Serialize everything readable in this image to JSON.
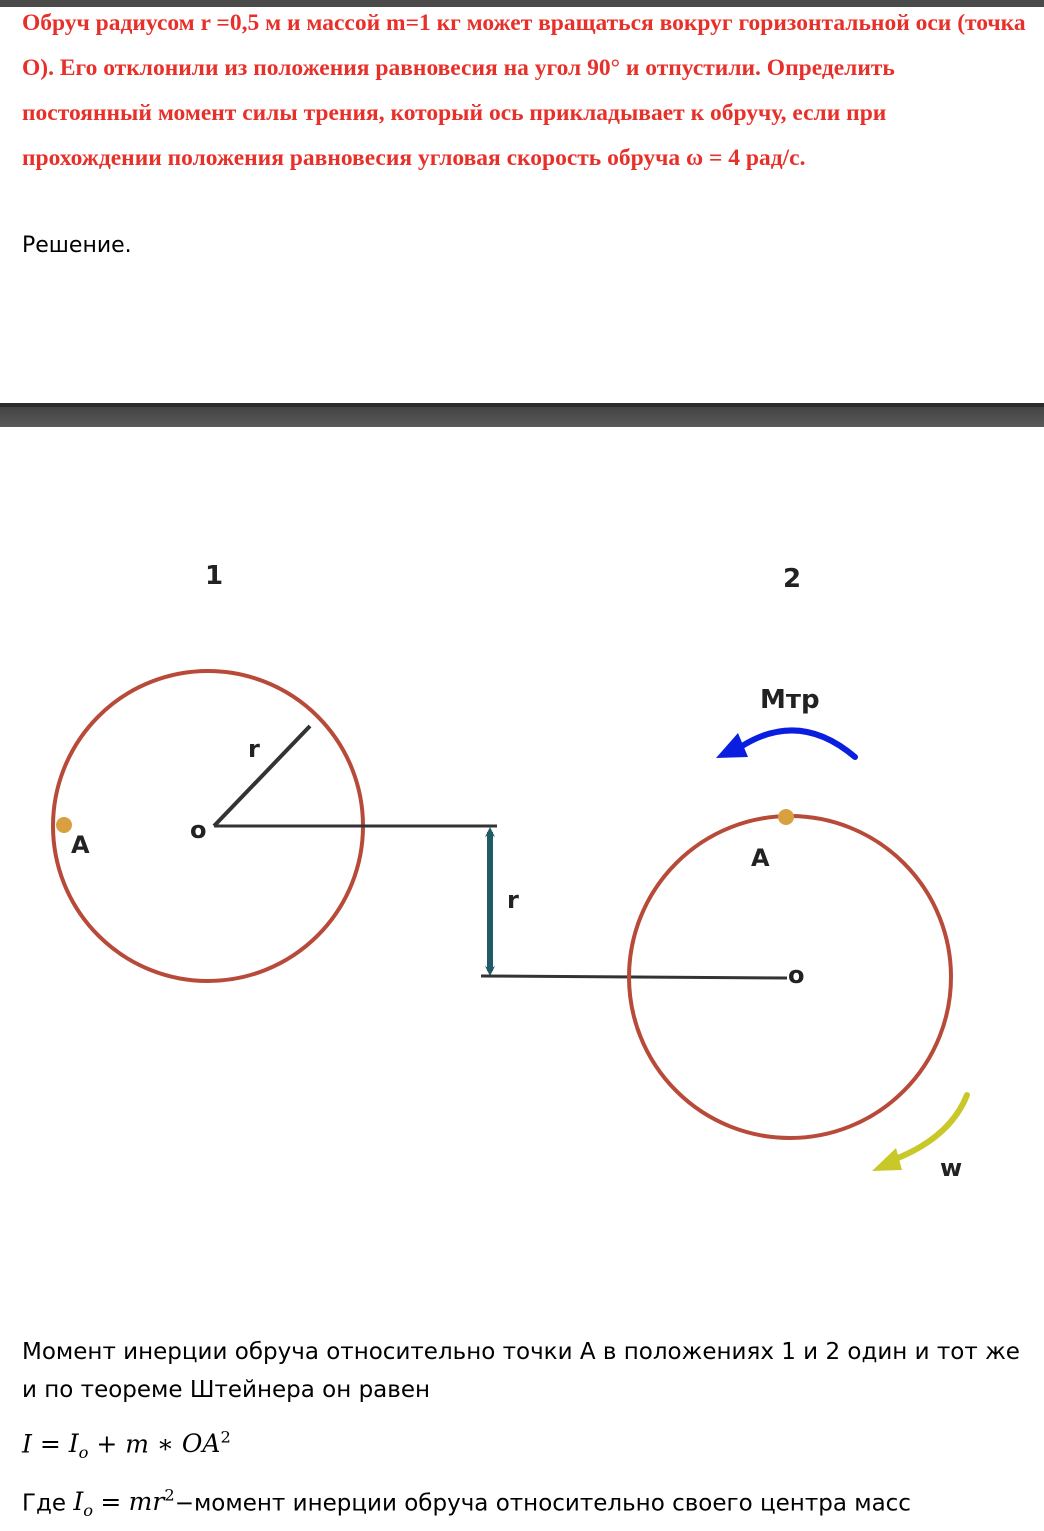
{
  "problem": {
    "text": "Обруч радиусом r =0,5 м и массой m=1 кг может вращаться вокруг горизонтальной оси (точка О). Его отклонили из положения равновесия на угол 90° и отпустили. Определить постоянный момент силы трения, который ось прикладывает к обручу, если при прохождении положения равновесия угловая скорость обруча ω = 4 рад/с."
  },
  "solution_heading": "Решение.",
  "figure": {
    "position_1_label": "1",
    "position_2_label": "2",
    "radius_label_1": "r",
    "radius_label_offset": "r",
    "point_a_label_1": "A",
    "point_o_label_1": "o",
    "point_a_label_2": "A",
    "point_o_label_2": "o",
    "friction_moment_label": "Мтр",
    "angular_velocity_label": "w",
    "colors": {
      "hoop": "#b84a3a",
      "point": "#d9a040",
      "friction_arrow": "#0a1ee0",
      "omega_arrow": "#c8c828",
      "offset_arrow": "#1f5a66",
      "lines": "#333333"
    }
  },
  "text": {
    "paragraph": "Момент инерции обруча относительно точки А в положениях 1 и 2 один и тот же и по теореме Штейнера он равен",
    "formula": {
      "I": "I",
      "eq": "=",
      "I0_base": "I",
      "I0_sub": "o",
      "plus": "+",
      "m": "m",
      "times": "∗",
      "OA": "OA",
      "OA_sup": "2"
    },
    "where_prefix": "Где",
    "where_I_base": "I",
    "where_I_sub": "o",
    "where_eq": "=",
    "where_mr": "mr",
    "where_sup": "2",
    "where_suffix": "−момент инерции обруча относительно своего центра масс"
  }
}
